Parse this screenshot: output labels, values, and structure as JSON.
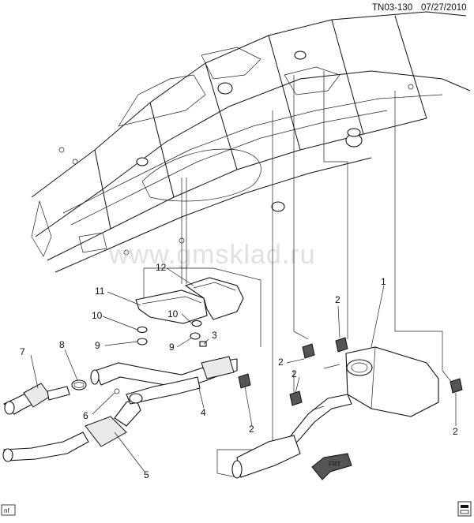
{
  "header": {
    "diagram_id": "TN03-130",
    "date": "07/27/2010"
  },
  "watermark": "www.gmsklad.ru",
  "corner_left_label": "nf",
  "direction_label": "FRT",
  "callouts": [
    "1",
    "2",
    "2",
    "2",
    "2",
    "2",
    "3",
    "4",
    "5",
    "6",
    "7",
    "8",
    "9",
    "9",
    "10",
    "10",
    "11",
    "12"
  ]
}
